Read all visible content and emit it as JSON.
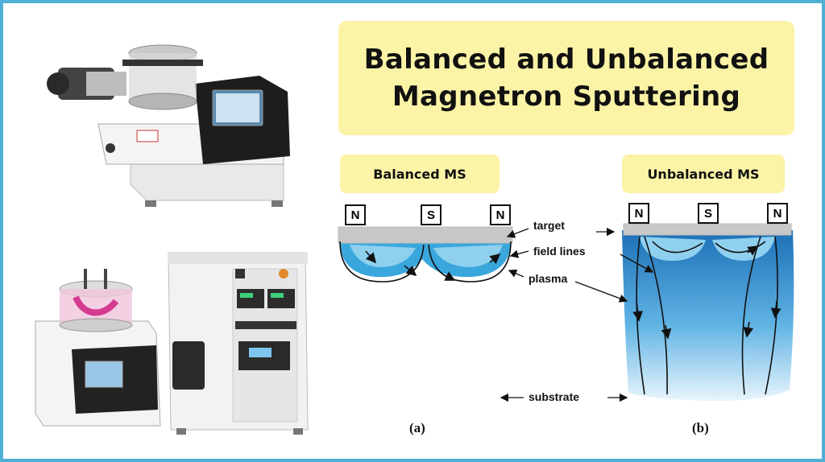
{
  "title": {
    "line1": "Balanced and Unbalanced",
    "line2": "Magnetron Sputtering"
  },
  "panel_a": {
    "heading": "Balanced MS",
    "magnets": [
      "N",
      "S",
      "N"
    ],
    "caption": "(a)"
  },
  "panel_b": {
    "heading": "Unbalanced MS",
    "magnets": [
      "N",
      "S",
      "N"
    ],
    "caption": "(b)"
  },
  "labels": {
    "target": "target",
    "field_lines": "field lines",
    "plasma": "plasma",
    "substrate": "substrate"
  },
  "colors": {
    "border": "#4fb0d6",
    "title_bg": "#fbf3a6",
    "plasma": "#3aa7dc",
    "target": "#c8c8c8"
  },
  "photos": [
    {
      "name": "sputter-coater-top-photo"
    },
    {
      "name": "sputter-system-bottom-photo"
    }
  ]
}
